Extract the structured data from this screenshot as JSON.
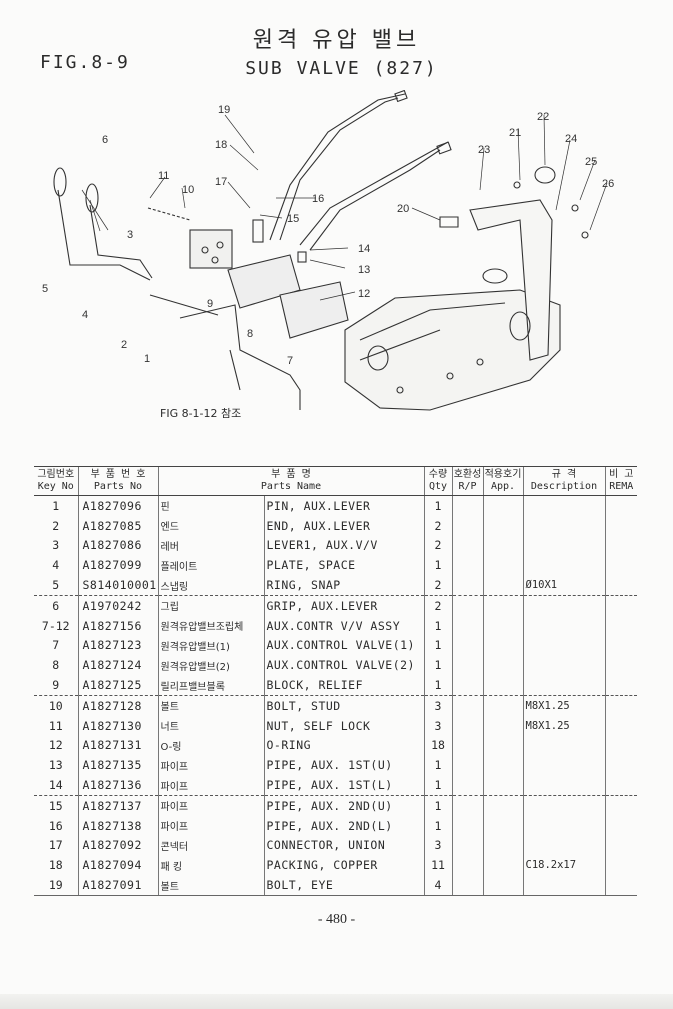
{
  "header": {
    "fig": "FIG.8-9",
    "title_ko": "원격 유압 밸브",
    "title_en": "SUB VALVE (827)"
  },
  "diagram": {
    "callouts": [
      "1",
      "2",
      "3",
      "4",
      "5",
      "6",
      "7",
      "8",
      "9",
      "10",
      "11",
      "12",
      "13",
      "14",
      "15",
      "16",
      "17",
      "18",
      "19",
      "20",
      "21",
      "22",
      "23",
      "24",
      "25",
      "26"
    ],
    "reference": "FIG 8-1-12 참조"
  },
  "table": {
    "headers": {
      "key_ko": "그림번호",
      "key_en": "Key No",
      "pn_ko": "부 품 번 호",
      "pn_en": "Parts No",
      "name_ko": "부 품 명",
      "name_en": "Parts Name",
      "qty_ko": "수량",
      "qty_en": "Qty",
      "rp_ko": "호환성",
      "rp_en": "R/P",
      "app_ko": "적용호기",
      "app_en": "App.",
      "desc_ko": "규 격",
      "desc_en": "Description",
      "rem_ko": "비 고",
      "rem_en": "REMA"
    },
    "rows": [
      {
        "key": "1",
        "pn": "A1827096",
        "ko": "핀",
        "name": "PIN, AUX.LEVER",
        "qty": "1",
        "desc": ""
      },
      {
        "key": "2",
        "pn": "A1827085",
        "ko": "엔드",
        "name": "END, AUX.LEVER",
        "qty": "2",
        "desc": ""
      },
      {
        "key": "3",
        "pn": "A1827086",
        "ko": "레버",
        "name": "LEVER1, AUX.V/V",
        "qty": "2",
        "desc": ""
      },
      {
        "key": "4",
        "pn": "A1827099",
        "ko": "플레이트",
        "name": "PLATE, SPACE",
        "qty": "1",
        "desc": ""
      },
      {
        "key": "5",
        "pn": "S814010001",
        "ko": "스냅링",
        "name": "RING, SNAP",
        "qty": "2",
        "desc": "Ø10X1"
      },
      {
        "key": "6",
        "pn": "A1970242",
        "ko": "그립",
        "name": "GRIP, AUX.LEVER",
        "qty": "2",
        "desc": ""
      },
      {
        "key": "7-12",
        "pn": "A1827156",
        "ko": "원격유압밸브조립체",
        "name": "AUX.CONTR V/V ASSY",
        "qty": "1",
        "desc": ""
      },
      {
        "key": "7",
        "pn": "A1827123",
        "ko": "원격유압밸브(1)",
        "name": "AUX.CONTROL VALVE(1)",
        "qty": "1",
        "desc": ""
      },
      {
        "key": "8",
        "pn": "A1827124",
        "ko": "원격유압밸브(2)",
        "name": "AUX.CONTROL VALVE(2)",
        "qty": "1",
        "desc": ""
      },
      {
        "key": "9",
        "pn": "A1827125",
        "ko": "릴리프밸브블록",
        "name": "BLOCK, RELIEF",
        "qty": "1",
        "desc": ""
      },
      {
        "key": "10",
        "pn": "A1827128",
        "ko": "볼트",
        "name": "BOLT, STUD",
        "qty": "3",
        "desc": "M8X1.25"
      },
      {
        "key": "11",
        "pn": "A1827130",
        "ko": "너트",
        "name": "NUT, SELF LOCK",
        "qty": "3",
        "desc": "M8X1.25"
      },
      {
        "key": "12",
        "pn": "A1827131",
        "ko": "O-링",
        "name": "O-RING",
        "qty": "18",
        "desc": ""
      },
      {
        "key": "13",
        "pn": "A1827135",
        "ko": "파이프",
        "name": "PIPE, AUX. 1ST(U)",
        "qty": "1",
        "desc": ""
      },
      {
        "key": "14",
        "pn": "A1827136",
        "ko": "파이프",
        "name": "PIPE, AUX. 1ST(L)",
        "qty": "1",
        "desc": ""
      },
      {
        "key": "15",
        "pn": "A1827137",
        "ko": "파이프",
        "name": "PIPE, AUX. 2ND(U)",
        "qty": "1",
        "desc": ""
      },
      {
        "key": "16",
        "pn": "A1827138",
        "ko": "파이프",
        "name": "PIPE, AUX. 2ND(L)",
        "qty": "1",
        "desc": ""
      },
      {
        "key": "17",
        "pn": "A1827092",
        "ko": "콘넥터",
        "name": "CONNECTOR, UNION",
        "qty": "3",
        "desc": ""
      },
      {
        "key": "18",
        "pn": "A1827094",
        "ko": "패 킹",
        "name": "PACKING, COPPER",
        "qty": "11",
        "desc": "C18.2x17"
      },
      {
        "key": "19",
        "pn": "A1827091",
        "ko": "볼트",
        "name": "BOLT, EYE",
        "qty": "4",
        "desc": ""
      }
    ]
  },
  "footer": {
    "page": "- 480 -"
  }
}
